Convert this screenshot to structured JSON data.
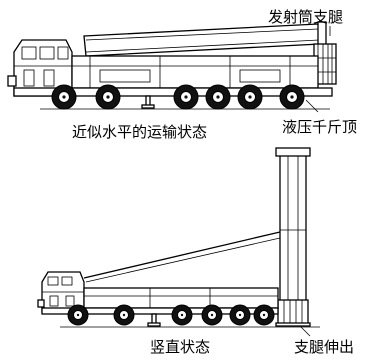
{
  "labels": {
    "launch_tube_support": "发射筒支腿",
    "transport_state": "近似水平的运输状态",
    "hydraulic_jack": "液压千斤顶",
    "vertical_state": "竖直状态",
    "legs_extended": "支腿伸出"
  }
}
